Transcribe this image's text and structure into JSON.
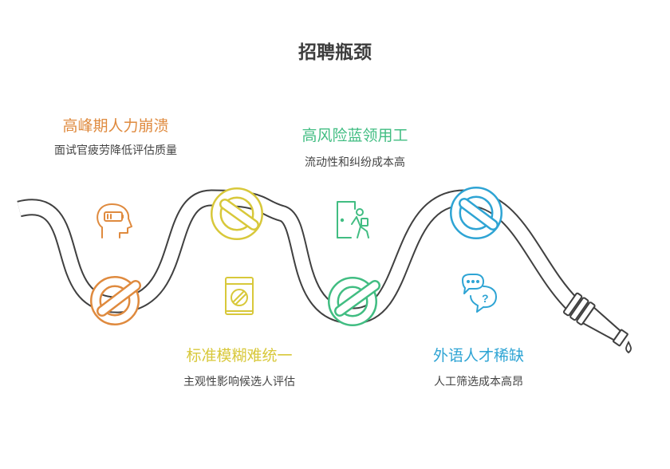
{
  "title": "招聘瓶颈",
  "colors": {
    "orange": "#df8a3e",
    "yellow": "#d8c83a",
    "green": "#41bd82",
    "blue": "#2ea4d4",
    "hose": "#404040"
  },
  "items": [
    {
      "label": "高峰期人力崩溃",
      "desc": "面试官疲劳降低评估质量",
      "icon": "head-battery-icon",
      "color": "#df8a3e"
    },
    {
      "label": "标准模糊难统一",
      "desc": "主观性影响候选人评估",
      "icon": "blurred-document-icon",
      "color": "#d8c83a"
    },
    {
      "label": "高风险蓝领用工",
      "desc": "流动性和纠纷成本高",
      "icon": "worker-leaving-door-icon",
      "color": "#41bd82"
    },
    {
      "label": "外语人才稀缺",
      "desc": "人工筛选成本高昂",
      "icon": "speech-bubbles-question-icon",
      "color": "#2ea4d4"
    }
  ]
}
